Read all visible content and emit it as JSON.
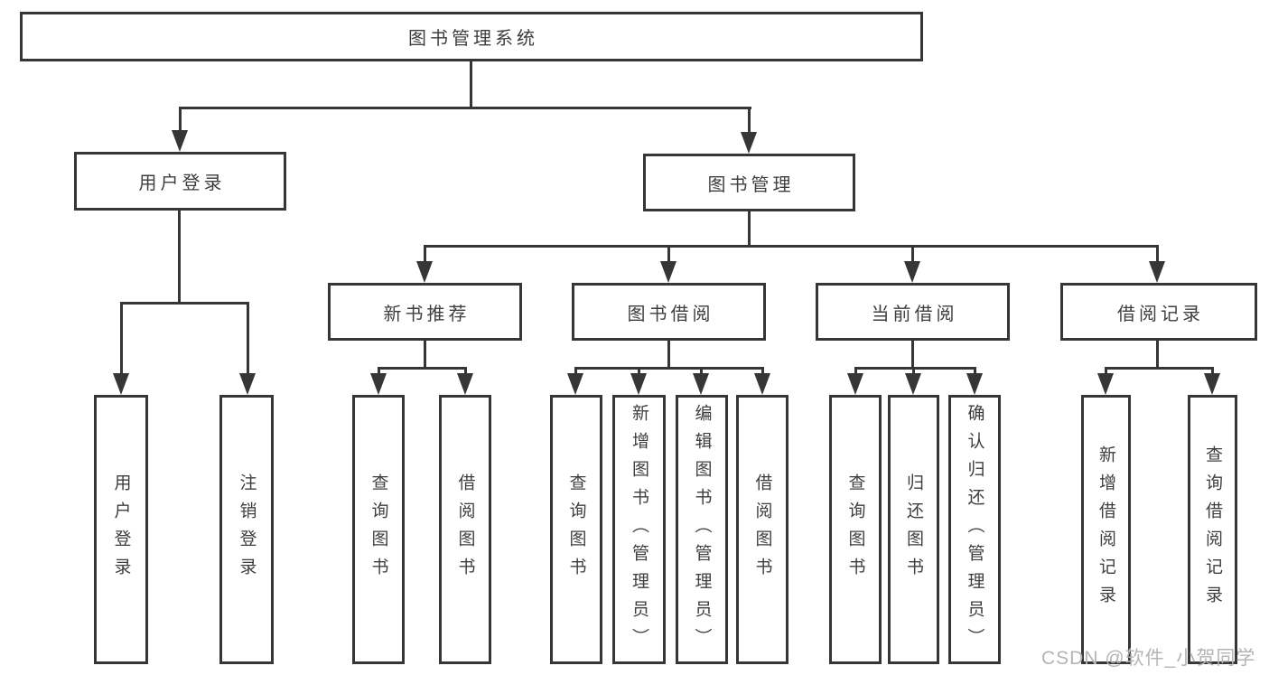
{
  "diagram": {
    "title": "图书管理系统",
    "nodes": {
      "root": {
        "label": "图书管理系统"
      },
      "user_login": {
        "label": "用户登录"
      },
      "book_mgmt": {
        "label": "图书管理"
      },
      "new_book": {
        "label": "新书推荐"
      },
      "book_borrow": {
        "label": "图书借阅"
      },
      "current_borrow": {
        "label": "当前借阅"
      },
      "borrow_record": {
        "label": "借阅记录"
      }
    },
    "leaves": [
      {
        "parent": "用户登录",
        "label": "用户登录"
      },
      {
        "parent": "用户登录",
        "label": "注销登录"
      },
      {
        "parent": "新书推荐",
        "label": "查询图书"
      },
      {
        "parent": "新书推荐",
        "label": "借阅图书"
      },
      {
        "parent": "图书借阅",
        "label": "查询图书"
      },
      {
        "parent": "图书借阅",
        "label": "新增图书（管理员）"
      },
      {
        "parent": "图书借阅",
        "label": "编辑图书（管理员）"
      },
      {
        "parent": "图书借阅",
        "label": "借阅图书"
      },
      {
        "parent": "当前借阅",
        "label": "查询图书"
      },
      {
        "parent": "当前借阅",
        "label": "归还图书"
      },
      {
        "parent": "当前借阅",
        "label": "确认归还（管理员）"
      },
      {
        "parent": "借阅记录",
        "label": "新增借阅记录"
      },
      {
        "parent": "借阅记录",
        "label": "查询借阅记录"
      }
    ]
  },
  "watermark": {
    "text": "CSDN @软件_小贺同学"
  },
  "colors": {
    "line": "#363636",
    "text": "#3e3e3e",
    "watermark": "#b4b4b4",
    "bg": "#ffffff"
  }
}
